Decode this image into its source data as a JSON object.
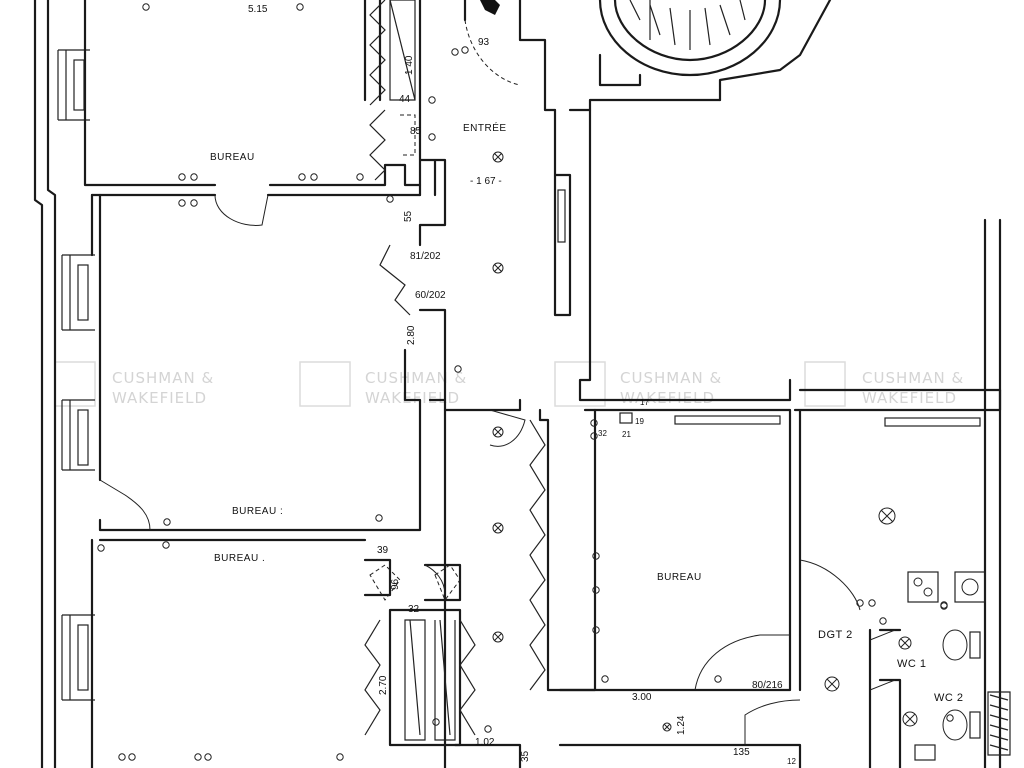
{
  "rooms": {
    "bureau_top": "BUREAU",
    "entree": "ENTRÉE",
    "bureau_mid": "BUREAU :",
    "bureau_bottom": "BUREAU .",
    "bureau_right": "BUREAU",
    "dgt": "DGT 2",
    "wc1": "WC 1",
    "wc2": "WC 2"
  },
  "dimensions": {
    "d515": "5.15",
    "d93": "93",
    "d140": "1 40",
    "d44": "44",
    "d85": "85",
    "d167": "- 1 67 -",
    "d55": "55",
    "d81_202": "81/202",
    "d60_202": "60/202",
    "d280": "2.80",
    "d17": "17",
    "d19": "19",
    "d32a": "32",
    "d21": "21",
    "d39": "39",
    "d96": "96",
    "d32b": "32",
    "d270": "2.70",
    "d102": "1.02",
    "d35": "35",
    "d300": "3.00",
    "d80_216": "80/216",
    "d124": "1.24",
    "d135": "135",
    "d12": "12"
  },
  "watermark": {
    "line1": "CUSHMAN &",
    "line2": "WAKEFIELD"
  },
  "symbols": {
    "light_fixture_icon": "circle-with-cross",
    "socket_icon": "double-circle",
    "radiator_icon": "rectangle-with-lines"
  }
}
